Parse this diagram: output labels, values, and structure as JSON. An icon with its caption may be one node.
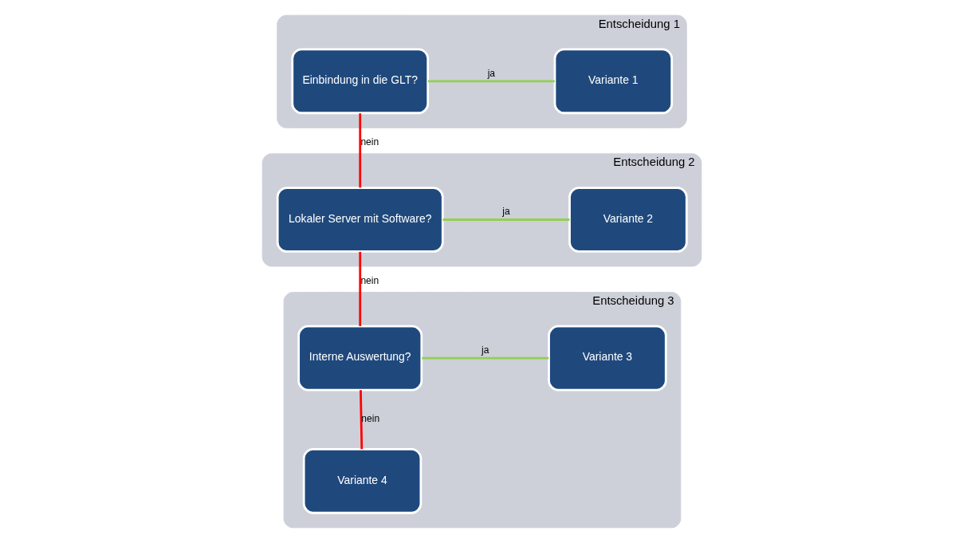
{
  "diagram": {
    "nodes": [
      {
        "text": [
          "Entscheidung 1"
        ]
      },
      {
        "text": [
          "Einbindung in die GLT?"
        ],
        "in": 0
      },
      {
        "text": [
          "Variante 1"
        ],
        "in": 0
      },
      {
        "text": [
          "Entscheidung 2"
        ]
      },
      {
        "text": [
          "Lokaler Server mit Software?"
        ],
        "in": 3
      },
      {
        "text": [
          "Variante 2"
        ],
        "in": 3
      },
      {
        "text": [
          "Entscheidung 3"
        ]
      },
      {
        "text": [
          "Interne Auswertung?"
        ],
        "in": 6
      },
      {
        "text": [
          "Variante 3"
        ],
        "in": 6
      },
      {
        "text": [
          "Variante 4"
        ],
        "in": 6
      }
    ],
    "edges": [
      {
        "from": 1,
        "to": 2,
        "arrow": "none",
        "label": "ja",
        "color": "#92d050"
      },
      {
        "from": 1,
        "to": 4,
        "arrow": "none",
        "label": "nein",
        "color": "#ff0000"
      },
      {
        "from": 4,
        "to": 5,
        "arrow": "none",
        "label": "ja",
        "color": "#92d050"
      },
      {
        "from": 4,
        "to": 7,
        "arrow": "none",
        "label": "nein",
        "color": "#ff0000"
      },
      {
        "from": 7,
        "to": 8,
        "arrow": "none",
        "label": "ja",
        "color": "#92d050"
      },
      {
        "from": 7,
        "to": 9,
        "arrow": "none",
        "label": "nein",
        "color": "#ff0000"
      }
    ]
  }
}
